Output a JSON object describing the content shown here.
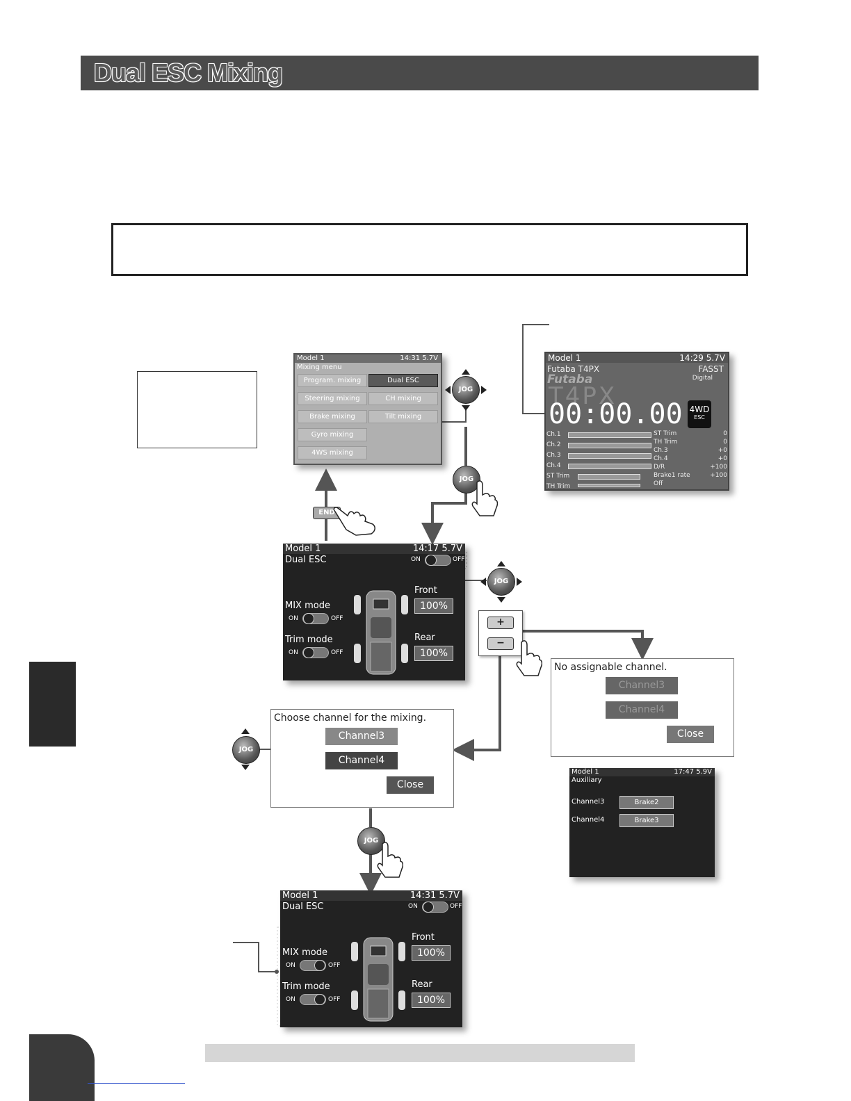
{
  "title": "Dual ESC Mixing",
  "mixing_menu": {
    "model": "Model 1",
    "status": "14:31 5.7V",
    "heading": "Mixing menu",
    "items_left": [
      "Program. mixing",
      "Steering mixing",
      "Brake mixing",
      "Gyro mixing",
      "4WS mixing"
    ],
    "items_right": [
      "Dual ESC",
      "CH mixing",
      "Tilt mixing"
    ]
  },
  "home_screen": {
    "model": "Model 1",
    "status": "14:29 5.7V",
    "name": "Futaba T4PX",
    "brand": "Futaba",
    "product": "T4PX",
    "fasst": "FASST",
    "digital": "Digital",
    "timer": "00:00.00",
    "badge_top": "4WD",
    "badge_bottom": "ESC",
    "channels": [
      "Ch.1",
      "Ch.2",
      "Ch.3",
      "Ch.4",
      "ST Trim",
      "TH Trim"
    ],
    "right_labels": [
      "ST Trim",
      "TH Trim",
      "Ch.3",
      "Ch.4",
      "D/R",
      "Brake1 rate",
      "Off"
    ],
    "right_values": [
      "0",
      "0",
      "+0",
      "+0",
      "+100",
      "+100",
      ""
    ]
  },
  "dual_esc_1": {
    "model": "Model 1",
    "status": "14:17 5.7V",
    "heading": "Dual ESC",
    "on": "ON",
    "off": "OFF",
    "mix_mode": "MIX mode",
    "trim_mode": "Trim mode",
    "front": "Front",
    "front_value": "100%",
    "rear": "Rear",
    "rear_value": "100%"
  },
  "dual_esc_2": {
    "model": "Model 1",
    "status": "14:31 5.7V",
    "heading": "Dual ESC",
    "on": "ON",
    "off": "OFF",
    "mix_mode": "MIX mode",
    "trim_mode": "Trim mode",
    "front": "Front",
    "front_value": "100%",
    "rear": "Rear",
    "rear_value": "100%"
  },
  "no_channel_dialog": {
    "message": "No assignable channel.",
    "channel3": "Channel3",
    "channel4": "Channel4",
    "close": "Close"
  },
  "choose_dialog": {
    "message": "Choose channel for the mixing.",
    "channel3": "Channel3",
    "channel4": "Channel4",
    "close": "Close"
  },
  "auxiliary": {
    "model": "Model 1",
    "status": "17:47 5.9V",
    "heading": "Auxiliary",
    "ch3": "Channel3",
    "ch3_value": "Brake2",
    "ch4": "Channel4",
    "ch4_value": "Brake3"
  },
  "icons": {
    "jog": "JOG",
    "end": "END",
    "plus": "+",
    "minus": "−"
  }
}
